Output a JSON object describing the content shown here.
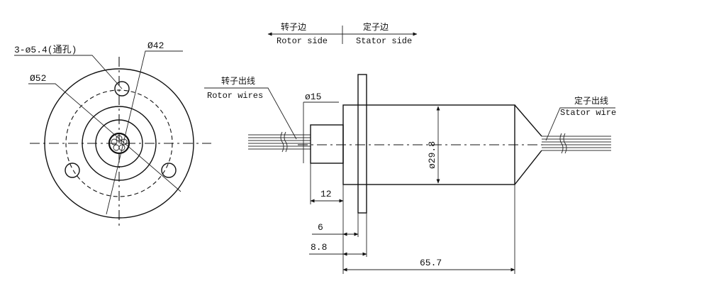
{
  "labels": {
    "holes": "3-ø5.4(通孔)",
    "dia42": "Ø42",
    "dia52": "Ø52",
    "rotor_side_cn": "转子边",
    "rotor_side_en": "Rotor side",
    "stator_side_cn": "定子边",
    "stator_side_en": "Stator side",
    "rotor_wires_cn": "转子出线",
    "rotor_wires_en": "Rotor wires",
    "stator_wires_cn": "定子出线",
    "stator_wires_en": "Stator wire",
    "dia15": "ø15",
    "dia29_8": "ø29.8",
    "dim12": "12",
    "dim6": "6",
    "dim8_8": "8.8",
    "dim65_7": "65.7"
  }
}
